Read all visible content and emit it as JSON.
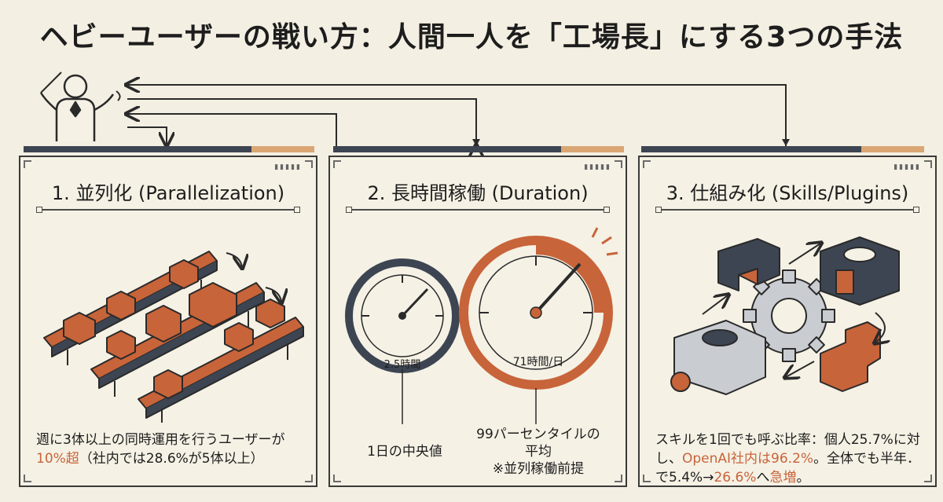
{
  "title": "ヘビーユーザーの戦い方：人間一人を「工場長」にする3つの手法",
  "colors": {
    "accent": "#c8643a",
    "dark": "#3d4552",
    "background": "#f3efe2"
  },
  "icons": {
    "conductor": "conductor-icon",
    "conveyor": "conveyor-belt-icon",
    "gauge": "gauge-icon",
    "gears": "gear-icon",
    "puzzle": "puzzle-block-icon"
  },
  "panels": [
    {
      "title": "1. 並列化 (Parallelization)",
      "caption_a": "週に3体以上の同時運用を行うユーザーが",
      "caption_highlight": "10%超",
      "caption_b": "（社内では28.6%が5体以上）"
    },
    {
      "title": "2. 長時間稼働 (Duration)",
      "gauge_small_readout": "2.5時間",
      "gauge_small_label": "1日の中央値",
      "gauge_large_readout": "71時間/日",
      "gauge_large_label_line1": "99パーセンタイルの",
      "gauge_large_label_line2": "平均",
      "gauge_large_label_line3": "※並列稼働前提"
    },
    {
      "title": "3. 仕組み化 (Skills/Plugins)",
      "caption_a": "スキルを1回でも呼ぶ比率：個人25.7%に対し、",
      "caption_highlight1": "OpenAI社内は96.2%",
      "caption_b": "。全体でも半年．で5.4%→",
      "caption_highlight2": "26.6%",
      "caption_c": "へ",
      "caption_highlight3": "急増",
      "caption_d": "。"
    }
  ]
}
